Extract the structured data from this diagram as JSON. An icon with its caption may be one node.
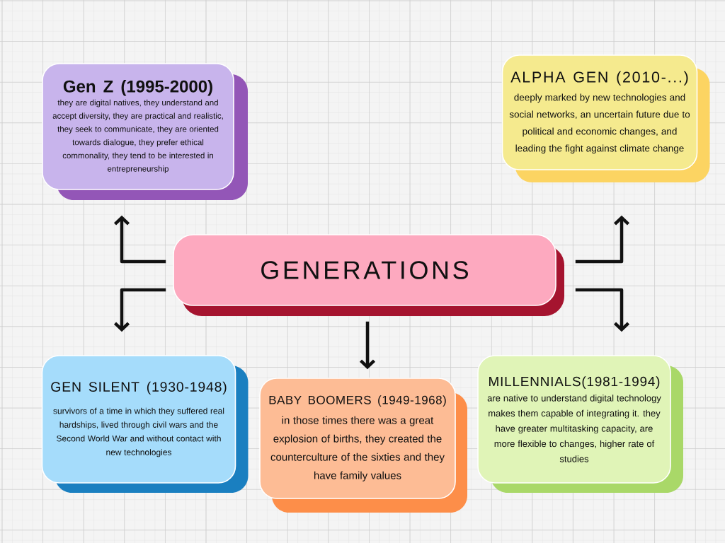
{
  "diagram": {
    "nodes": [
      {
        "text": [
          "Gen Z (1995-2000)",
          "they are digital natives, they understand and accept diversity, they are practical and realistic, they seek to communicate, they are oriented towards dialogue, they prefer ethical commonality, they tend to be interested in entrepreneurship"
        ]
      },
      {
        "text": [
          "ALPHA GEN (2010-...)",
          "deeply marked by new technologies and social networks, an uncertain future due to political and economic changes, and leading the fight against climate change"
        ]
      },
      {
        "text": [
          "GENERATIONS"
        ]
      },
      {
        "text": [
          "GEN SILENT (1930-1948)",
          "survivors of a time in which they suffered real hardships, lived through civil wars and the Second World War and without contact with new technologies"
        ]
      },
      {
        "text": [
          "BABY BOOMERS (1949-1968)",
          "in those times there was a great explosion of births, they created the counterculture of the sixties and they have family values"
        ]
      },
      {
        "text": [
          "MILLENNIALS(1981-1994)",
          "are native to understand digital technology makes them capable of integrating it. they have greater multitasking capacity, are more flexible to changes, higher rate of studies"
        ]
      }
    ],
    "edges": [
      {
        "from": 2,
        "to": 0,
        "arrow": "to"
      },
      {
        "from": 2,
        "to": 1,
        "arrow": "to"
      },
      {
        "from": 2,
        "to": 3,
        "arrow": "to"
      },
      {
        "from": 2,
        "to": 4,
        "arrow": "to"
      },
      {
        "from": 2,
        "to": 5,
        "arrow": "to"
      }
    ]
  }
}
